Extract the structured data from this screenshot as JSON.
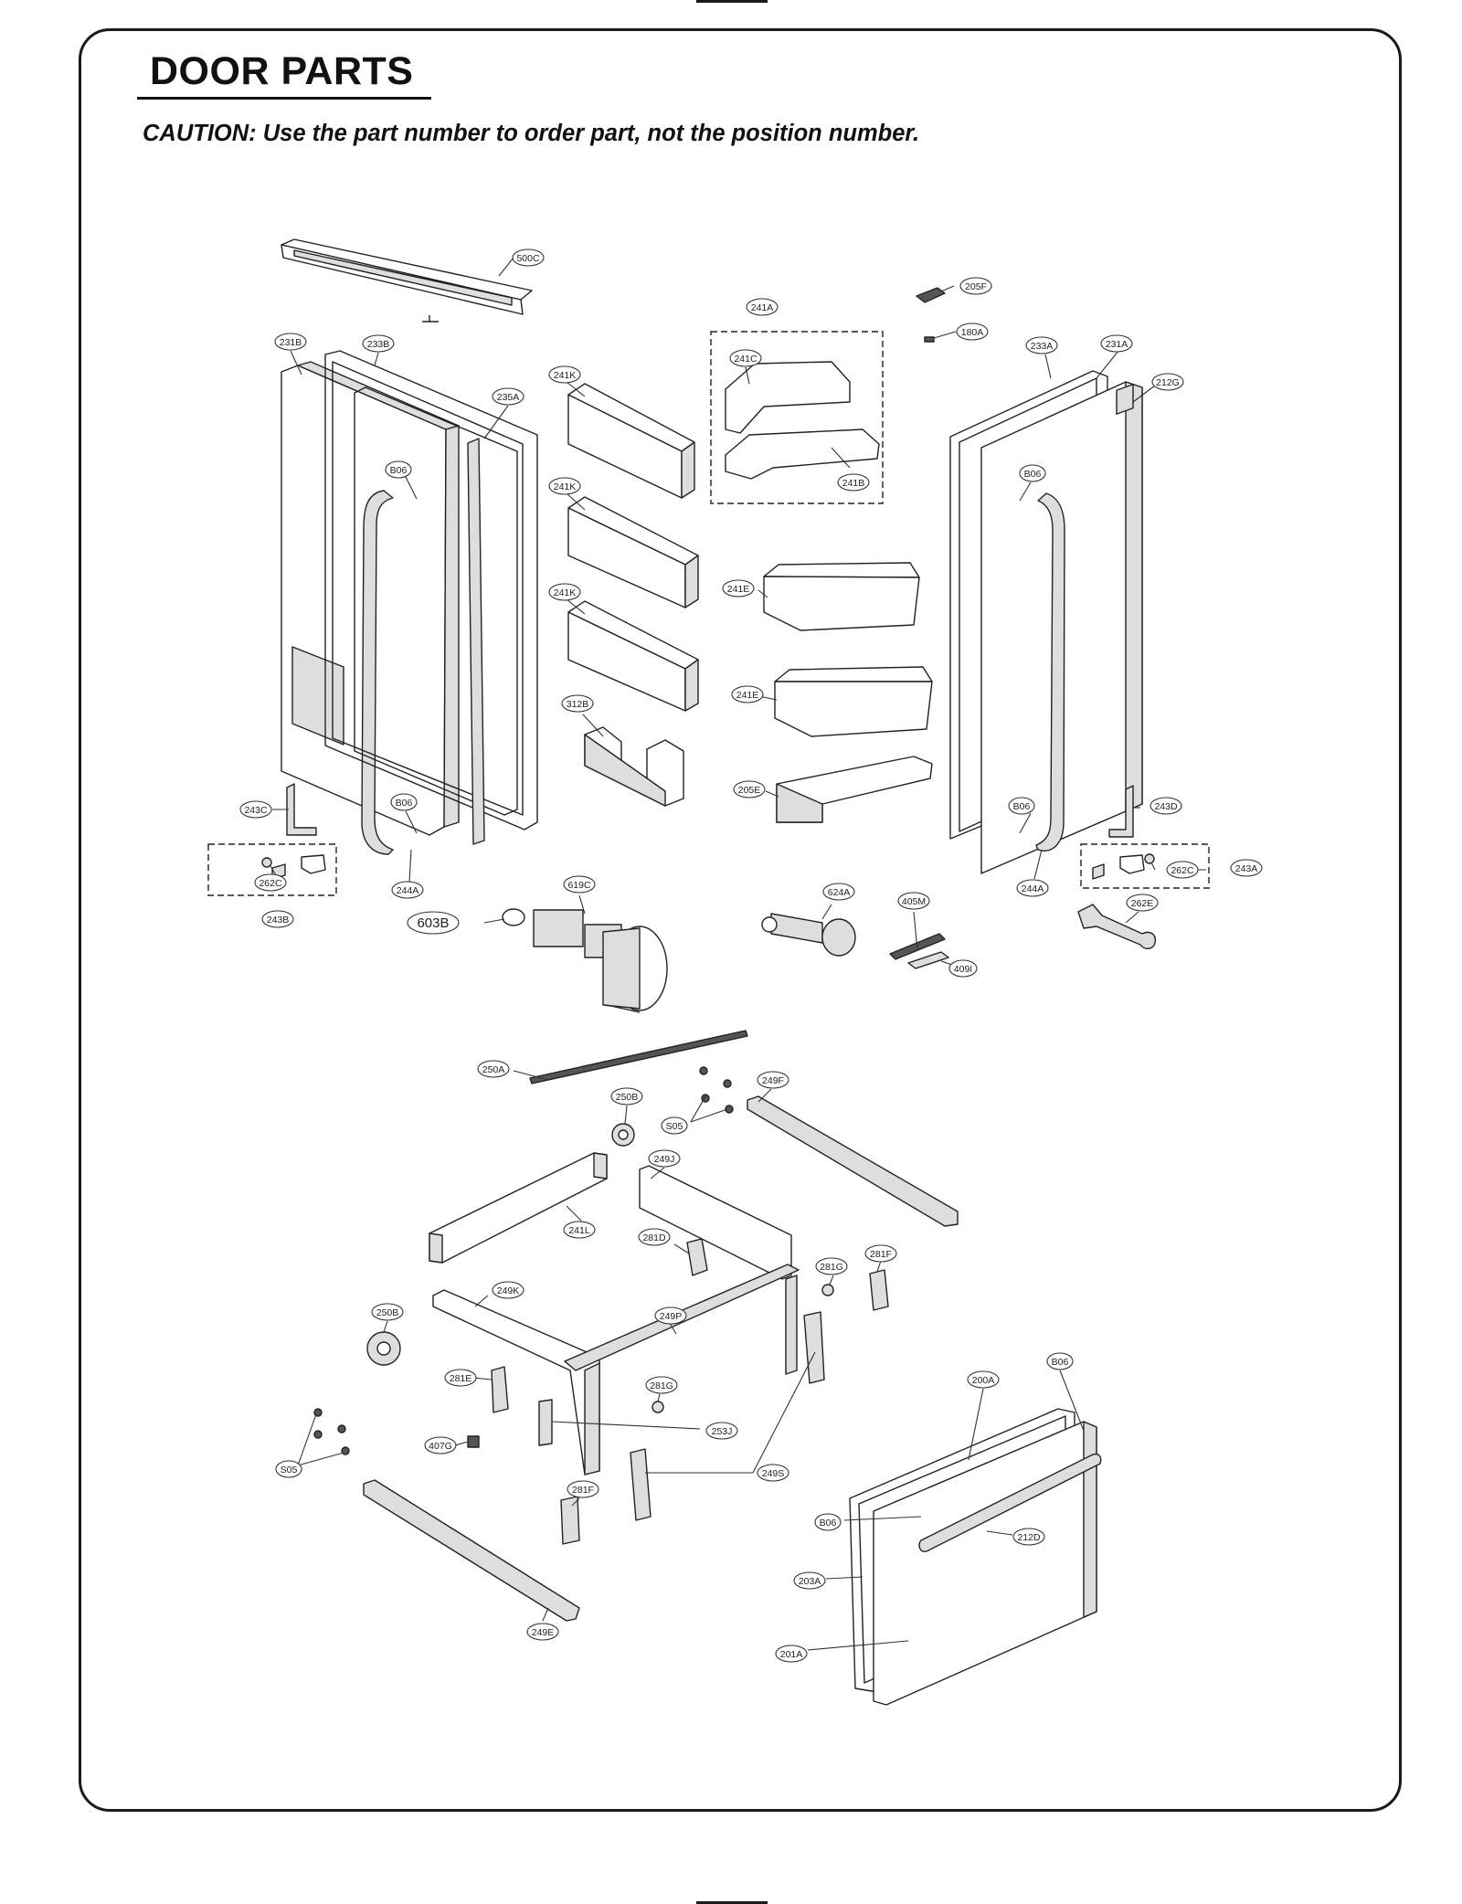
{
  "header": {
    "title": "DOOR PARTS",
    "caution": "CAUTION: Use the part number to order part, not the position number."
  },
  "callouts": [
    {
      "id": "c500C",
      "label": "500C"
    },
    {
      "id": "c205F_top",
      "label": "205F"
    },
    {
      "id": "c180A",
      "label": "180A"
    },
    {
      "id": "c241A",
      "label": "241A"
    },
    {
      "id": "c241C",
      "label": "241C"
    },
    {
      "id": "c241B",
      "label": "241B"
    },
    {
      "id": "c231B",
      "label": "231B"
    },
    {
      "id": "c233B",
      "label": "233B"
    },
    {
      "id": "c235A",
      "label": "235A"
    },
    {
      "id": "c241K_1",
      "label": "241K"
    },
    {
      "id": "c241K_2",
      "label": "241K"
    },
    {
      "id": "c241K_3",
      "label": "241K"
    },
    {
      "id": "cB06_l1",
      "label": "B06"
    },
    {
      "id": "cB06_l2",
      "label": "B06"
    },
    {
      "id": "c233A",
      "label": "233A"
    },
    {
      "id": "c231A",
      "label": "231A"
    },
    {
      "id": "c212G",
      "label": "212G"
    },
    {
      "id": "cB06_r1",
      "label": "B06"
    },
    {
      "id": "cB06_r2",
      "label": "B06"
    },
    {
      "id": "c241E_1",
      "label": "241E"
    },
    {
      "id": "c241E_2",
      "label": "241E"
    },
    {
      "id": "c312B",
      "label": "312B"
    },
    {
      "id": "c205E",
      "label": "205E"
    },
    {
      "id": "c243C",
      "label": "243C"
    },
    {
      "id": "c262C_l",
      "label": "262C"
    },
    {
      "id": "c243B",
      "label": "243B"
    },
    {
      "id": "c244A_l",
      "label": "244A"
    },
    {
      "id": "c619C",
      "label": "619C"
    },
    {
      "id": "c603B",
      "label": "603B"
    },
    {
      "id": "c624A",
      "label": "624A"
    },
    {
      "id": "c405M",
      "label": "405M"
    },
    {
      "id": "c409I",
      "label": "409I"
    },
    {
      "id": "c244A_r",
      "label": "244A"
    },
    {
      "id": "c243D",
      "label": "243D"
    },
    {
      "id": "c262C_r",
      "label": "262C"
    },
    {
      "id": "c243A",
      "label": "243A"
    },
    {
      "id": "c262E",
      "label": "262E"
    },
    {
      "id": "c250A",
      "label": "250A"
    },
    {
      "id": "c250B_top",
      "label": "250B"
    },
    {
      "id": "cS05_top",
      "label": "S05"
    },
    {
      "id": "c249F",
      "label": "249F"
    },
    {
      "id": "c249J",
      "label": "249J"
    },
    {
      "id": "c241L",
      "label": "241L"
    },
    {
      "id": "c281D",
      "label": "281D"
    },
    {
      "id": "c281G_1",
      "label": "281G"
    },
    {
      "id": "c281F_1",
      "label": "281F"
    },
    {
      "id": "c249K",
      "label": "249K"
    },
    {
      "id": "c250B_l",
      "label": "250B"
    },
    {
      "id": "c249P",
      "label": "249P"
    },
    {
      "id": "c281E",
      "label": "281E"
    },
    {
      "id": "c281G_2",
      "label": "281G"
    },
    {
      "id": "c253J",
      "label": "253J"
    },
    {
      "id": "c407G",
      "label": "407G"
    },
    {
      "id": "cS05_l",
      "label": "S05"
    },
    {
      "id": "c249S",
      "label": "249S"
    },
    {
      "id": "c281F_2",
      "label": "281F"
    },
    {
      "id": "c249E",
      "label": "249E"
    },
    {
      "id": "c200A",
      "label": "200A"
    },
    {
      "id": "cB06_d",
      "label": "B06"
    },
    {
      "id": "cB06_d2",
      "label": "B06"
    },
    {
      "id": "c212D",
      "label": "212D"
    },
    {
      "id": "c203A",
      "label": "203A"
    },
    {
      "id": "c201A",
      "label": "201A"
    }
  ]
}
